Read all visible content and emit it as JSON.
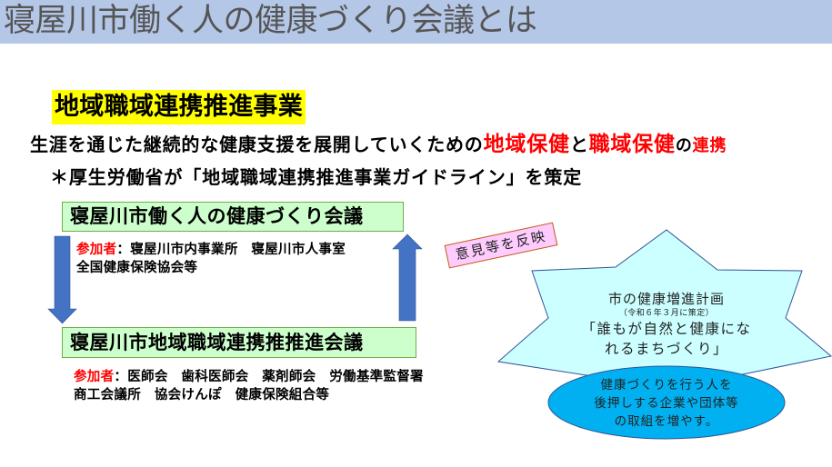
{
  "header": {
    "title": "寝屋川市働く人の健康づくり会議とは",
    "band_color": "#b4c7e7"
  },
  "section": {
    "title": "地域職域連携推進事業",
    "highlight_color": "#ffff00"
  },
  "lead": {
    "part1": "生涯を通じた継続的な健康支援を展開していくための",
    "highlight1": "地域保健",
    "connector": "と",
    "highlight2": "職域保健",
    "part2": "の",
    "highlight3": "連携",
    "accent_color": "#ff0000"
  },
  "note": {
    "text": "＊厚生労働省が「地域職域連携推進事業ガイドライン」を策定"
  },
  "meetings": [
    {
      "title": "寝屋川市働く人の健康づくり会議",
      "participants_label": "参加者",
      "participants_sep": "：",
      "participants_line1": "寝屋川市内事業所　寝屋川市人事室",
      "participants_line2": "全国健康保険協会等"
    },
    {
      "title": "寝屋川市地域職域連携推推進会議",
      "participants_label": "参加者",
      "participants_sep": "：",
      "participants_line1": "医師会　歯科医師会　薬剤師会　労働基準監督署",
      "participants_line2": "商工会議所　協会けんぽ　健康保険組合等"
    }
  ],
  "feedback_label": "意見等を反映",
  "health_plan": {
    "title": "市の健康増進計画",
    "date": "（令和６年３月に策定）",
    "slogan_line1": "「誰もが自然と健康にな",
    "slogan_line2": "れるまちづくり」",
    "star_color": "#ccffff"
  },
  "goal": {
    "line1": "健康づくりを行う人を",
    "line2": "後押しする企業や団体等",
    "line3": "の取組を増やす。",
    "ellipse_color": "#00b0f0"
  },
  "colors": {
    "arrow": "#4472c4",
    "green_box": "#ccffcc",
    "green_border": "#70ad47",
    "pink_label": "#ffccff"
  }
}
